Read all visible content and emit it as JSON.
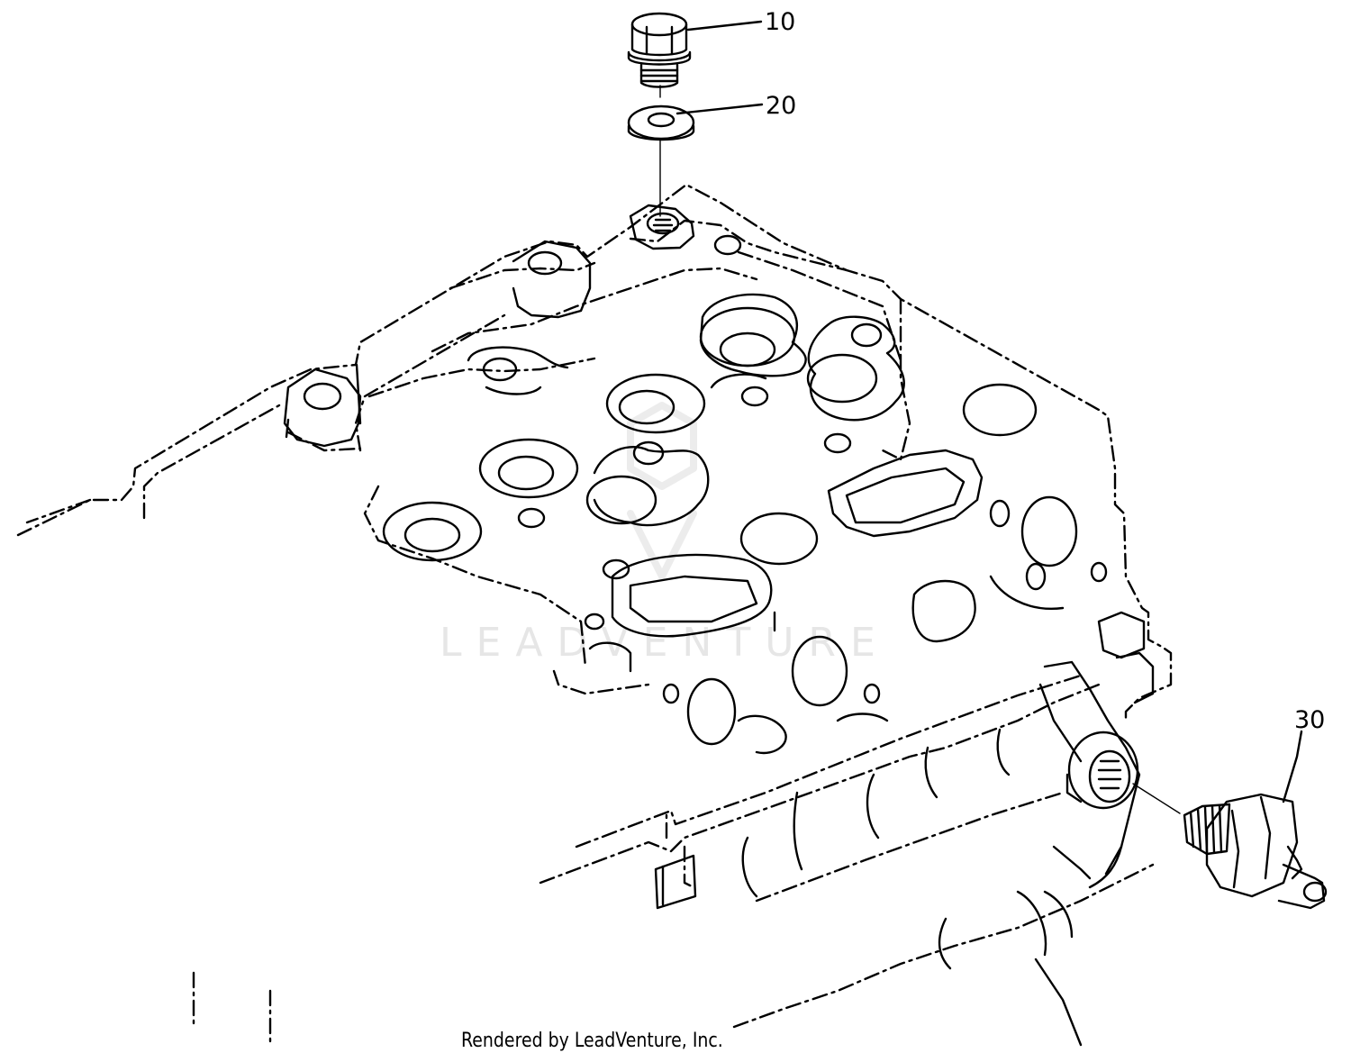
{
  "callouts": {
    "part_10": "10",
    "part_20": "20",
    "part_30": "30"
  },
  "watermark": "LEADVENTURE",
  "credit": "Rendered by LeadVenture, Inc."
}
